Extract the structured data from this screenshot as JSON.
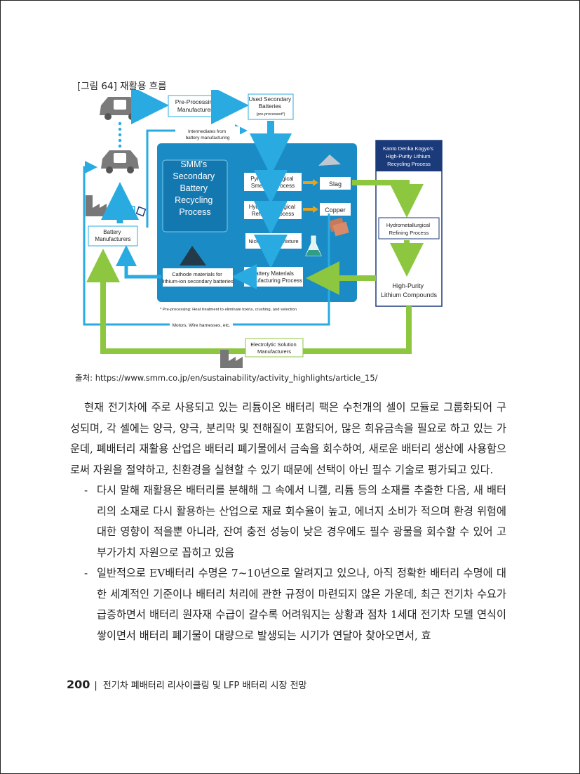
{
  "figure": {
    "caption": "[그림 64] 재활용 흐름",
    "labels": {
      "preprocessing": [
        "Pre-Processing",
        "Manufacturers"
      ],
      "used_batteries": [
        "Used Secondary",
        "Batteries",
        "(pre-processed*)"
      ],
      "intermediates": [
        "Intermediates from",
        "battery manufacturing"
      ],
      "smm_title": [
        "SMM's",
        "Secondary",
        "Battery",
        "Recycling",
        "Process"
      ],
      "pyro": [
        "Pyrometallurgical",
        "Smelting Process"
      ],
      "hydro": [
        "Hydrometallurgical",
        "Refining Process"
      ],
      "nico": "Nickel-Cobalt Mixture",
      "batmat": [
        "Battery Materials",
        "Manufacturing Process"
      ],
      "slag": "Slag",
      "copper": "Copper",
      "cathode": [
        "Cathode materials for",
        "lithium-ion secondary batteries"
      ],
      "battery_manufacturers": [
        "Battery",
        "Manufacturers"
      ],
      "kanto_header": [
        "Kanto Denka Kogyo's",
        "High-Purity Lithium",
        "Recycling Process"
      ],
      "lithium": "Lithium",
      "kanto_hydro": [
        "Hydrometallurgical",
        "Refining Process"
      ],
      "high_purity": [
        "High-Purity",
        "Lithium Compounds"
      ],
      "footnote": "* Pre-processing: Heat treatment to eliminate toxins, crushing, and selection",
      "motors": "Motors, Wire harnesses, etc.",
      "electrolytic": [
        "Electrolytic Solution",
        "Manufacturers"
      ]
    },
    "source": "출처: https://www.smm.co.jp/en/sustainability/activity_highlights/article_15/"
  },
  "body": {
    "paragraph": "현재 전기차에 주로 사용되고 있는 리튬이온 배터리 팩은 수천개의 셀이 모듈로 그룹화되어 구성되며, 각 셀에는 양극, 양극, 분리막 및 전해질이 포함되어, 많은 희유금속을 필요로 하고 있는 가운데, 폐배터리 재활용 산업은 배터리 폐기물에서 금속을 회수하여, 새로운 배터리 생산에 사용함으로써 자원을 절약하고, 친환경을 실현할 수 있기 때문에 선택이 아닌 필수 기술로 평가되고 있다.",
    "bullets": [
      "다시 말해 재활용은 배터리를 분해해 그 속에서 니켈, 리튬 등의 소재를 추출한 다음, 새 배터리의 소재로 다시 활용하는 산업으로 재료 회수율이 높고, 에너지 소비가 적으며 환경 위험에 대한 영향이 적을뿐 아니라, 잔여 충전 성능이 낮은 경우에도 필수 광물을 회수할 수 있어 고부가가치 자원으로 꼽히고 있음",
      "일반적으로 EV배터리 수명은 7~10년으로 알려지고 있으나, 아직 정확한 배터리 수명에 대한 세계적인 기준이나 배터리 처리에 관한 규정이 마련되지 않은 가운데, 최근 전기차 수요가 급증하면서 배터리 원자재 수급이 갈수록 어려워지는 상황과 점차 1세대 전기차 모델 연식이 쌓이면서 배터리 폐기물이 대량으로 발생되는 시기가 연달아 찾아오면서, 효"
    ]
  },
  "footer": {
    "page_number": "200",
    "separator": "|",
    "title": "전기차 폐배터리 리사이클링 및 LFP 배터리 시장 전망"
  },
  "colors": {
    "blue_arrow": "#29ABE2",
    "smm_panel": "#1A8BC4",
    "green_arrow": "#8DC63F",
    "navy": "#1B3A7A",
    "orange_arrow": "#E8A31C",
    "gray_icon": "#777777"
  }
}
